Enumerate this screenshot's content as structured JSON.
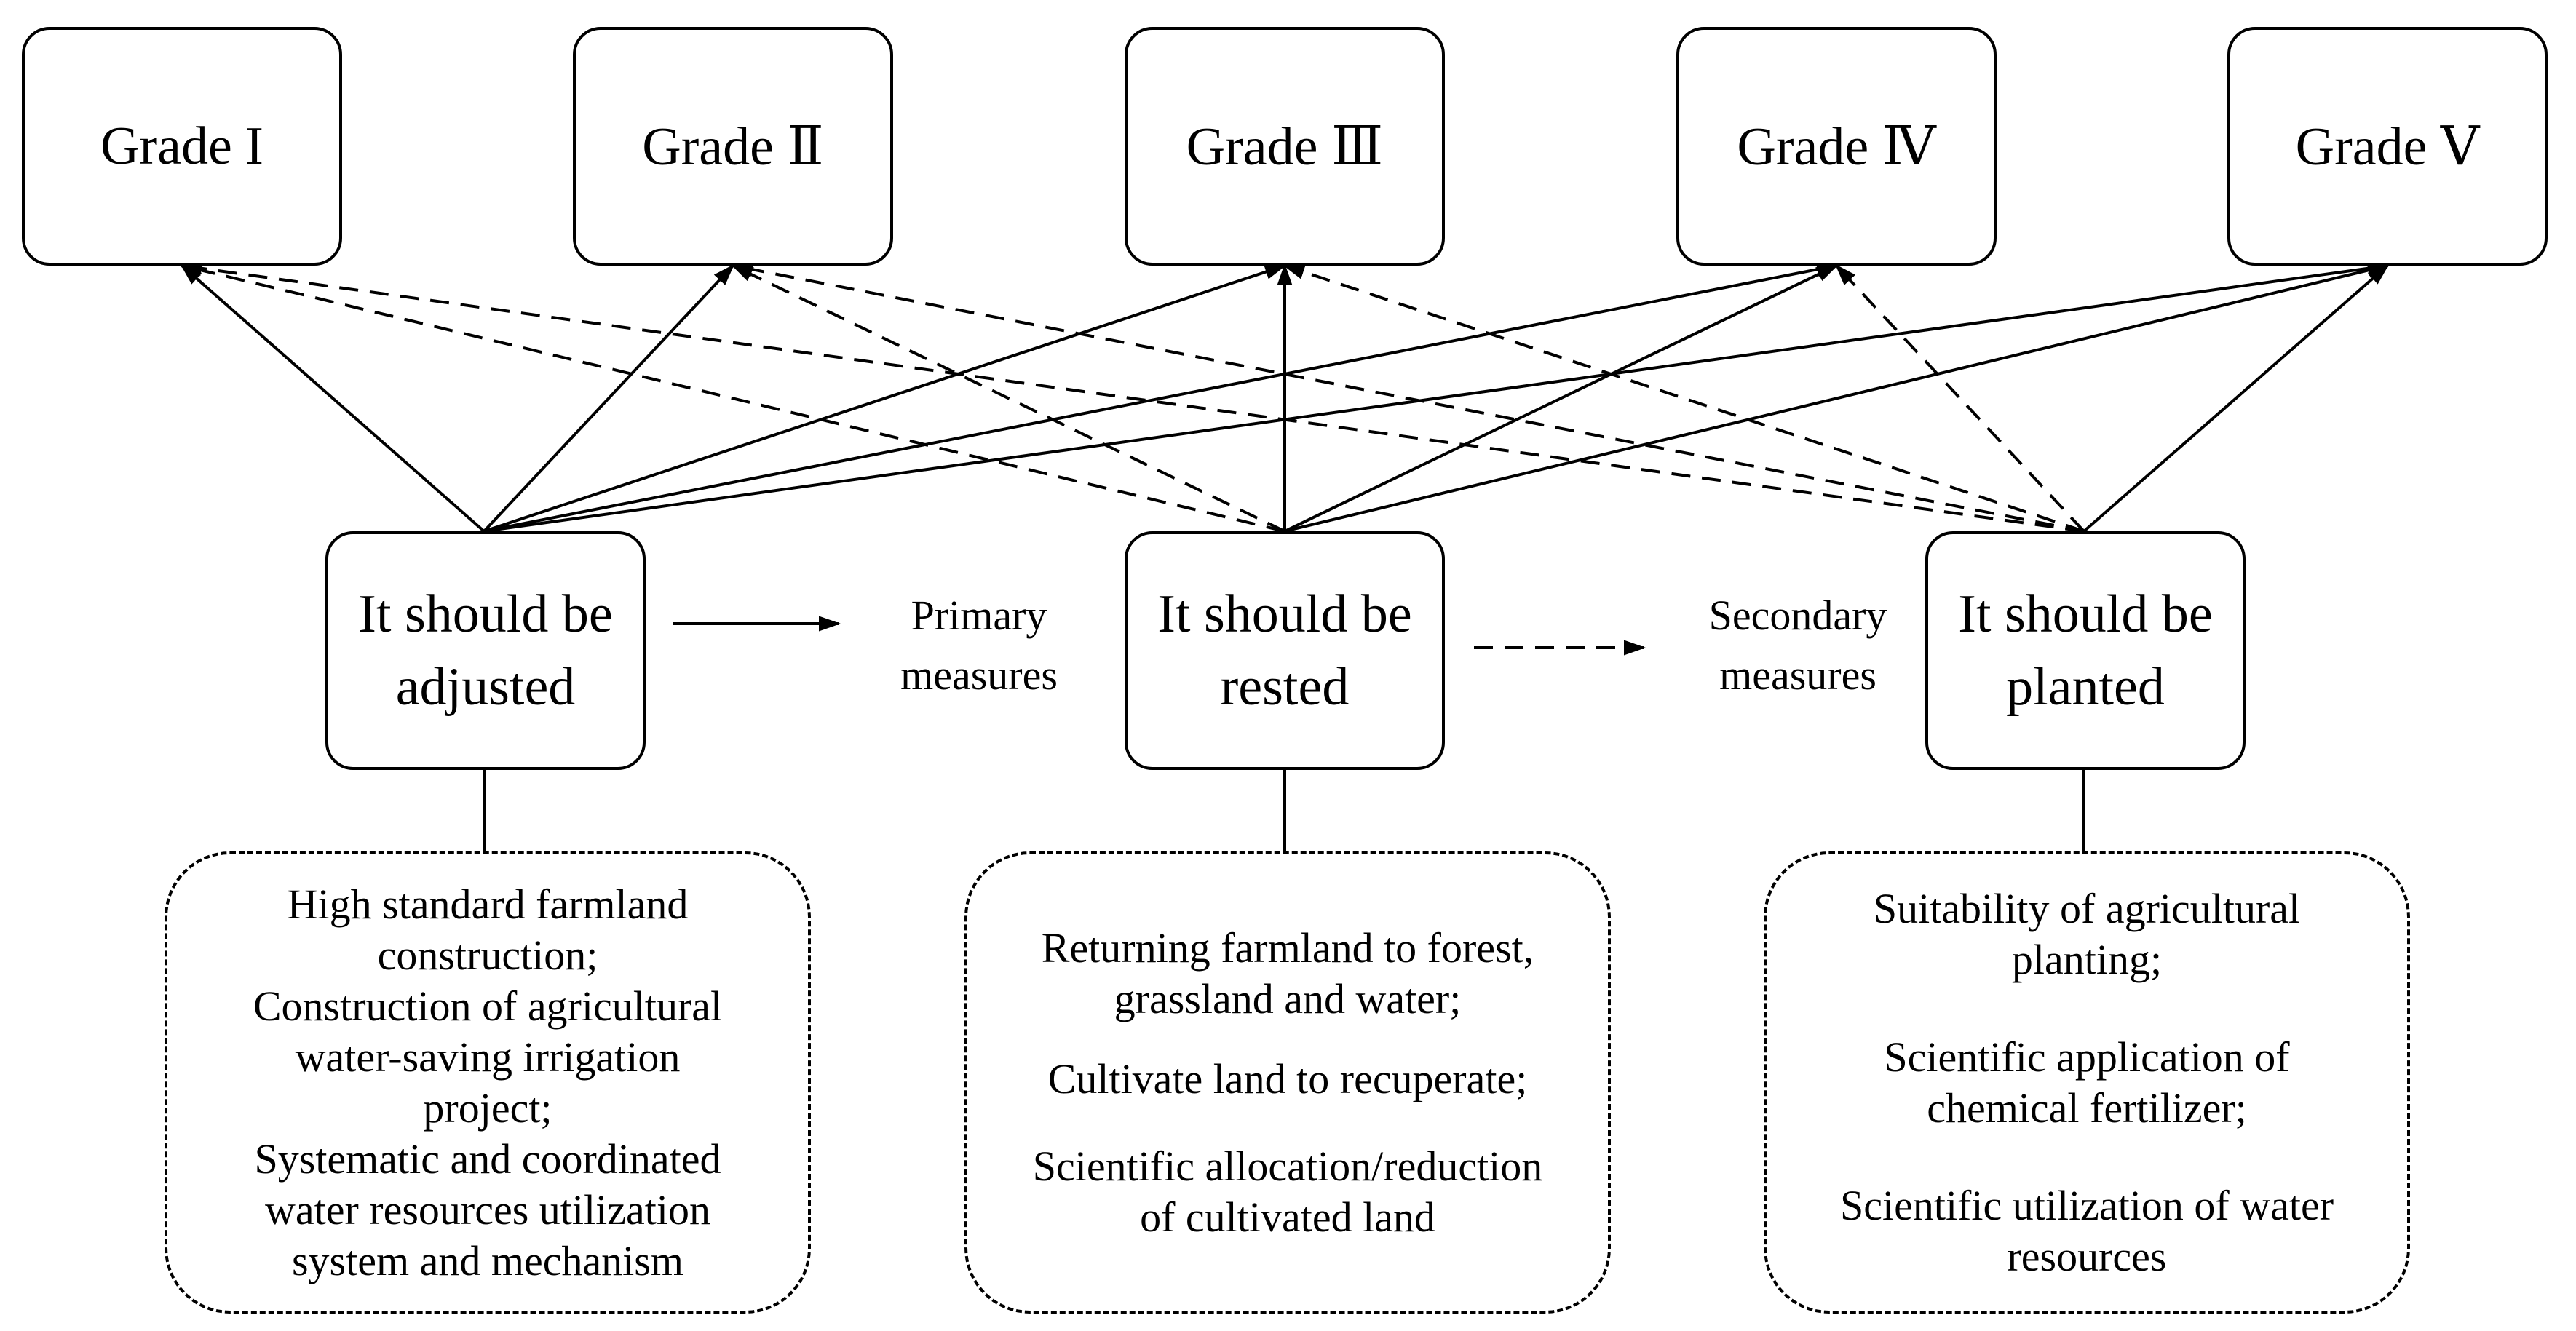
{
  "grades": [
    {
      "id": "grade-1",
      "label": "Grade I"
    },
    {
      "id": "grade-2",
      "label": "Grade Ⅱ"
    },
    {
      "id": "grade-3",
      "label": "Grade Ⅲ"
    },
    {
      "id": "grade-4",
      "label": "Grade Ⅳ"
    },
    {
      "id": "grade-5",
      "label": "Grade Ⅴ"
    }
  ],
  "actions": [
    {
      "id": "adjusted",
      "label": "It should be\nadjusted"
    },
    {
      "id": "rested",
      "label": "It should be\nrested"
    },
    {
      "id": "planted",
      "label": "It should be\nplanted"
    }
  ],
  "flow_labels": {
    "primary": "Primary\nmeasures",
    "secondary": "Secondary\nmeasures"
  },
  "measures": {
    "adjusted": [
      "High standard farmland\nconstruction;",
      "Construction of agricultural\nwater-saving irrigation\nproject;",
      "Systematic and coordinated\nwater resources utilization\nsystem and mechanism"
    ],
    "rested": [
      "Returning farmland to forest,\ngrassland and water;",
      "Cultivate land to recuperate;",
      "Scientific allocation/reduction\nof cultivated land"
    ],
    "planted": [
      "Suitability of agricultural\nplanting;",
      "Scientific application of\nchemical fertilizer;",
      "Scientific utilization of water\nresources"
    ]
  },
  "edges": {
    "adjusted": {
      "solid": [
        "grade-1",
        "grade-2",
        "grade-3",
        "grade-4",
        "grade-5"
      ],
      "dashed": []
    },
    "rested": {
      "solid": [
        "grade-3",
        "grade-4",
        "grade-5"
      ],
      "dashed": [
        "grade-1",
        "grade-2"
      ]
    },
    "planted": {
      "solid": [
        "grade-5"
      ],
      "dashed": [
        "grade-1",
        "grade-2",
        "grade-3",
        "grade-4"
      ]
    }
  }
}
